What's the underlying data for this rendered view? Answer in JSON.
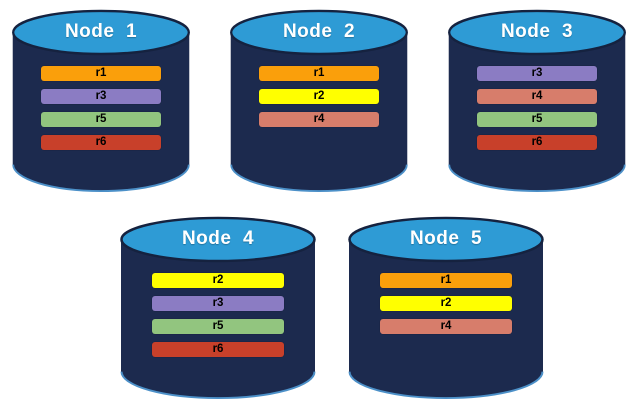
{
  "diagram": {
    "description_labels": [],
    "background": "#ffffff"
  },
  "colors": {
    "cylinder_body": "#1C2A4E",
    "cylinder_bottom_edge": "#4C90C8",
    "cylinder_top": "#2E9BD5",
    "cylinder_top_stroke": "#15223F",
    "title_text": "#ffffff",
    "bar_text": "#000000",
    "replica_colors": {
      "r1": "#FA9F0B",
      "r2": "#FFFF00",
      "r3": "#8B7CC3",
      "r4": "#D77D6B",
      "r5": "#92C57F",
      "r6": "#C8402A"
    }
  },
  "nodes": [
    {
      "title": "Node  1",
      "row": 1,
      "replicas": [
        "r1",
        "r3",
        "r5",
        "r6"
      ]
    },
    {
      "title": "Node  2",
      "row": 1,
      "replicas": [
        "r1",
        "r2",
        "r4"
      ]
    },
    {
      "title": "Node  3",
      "row": 1,
      "replicas": [
        "r3",
        "r4",
        "r5",
        "r6"
      ]
    },
    {
      "title": "Node  4",
      "row": 2,
      "replicas": [
        "r2",
        "r3",
        "r5",
        "r6"
      ]
    },
    {
      "title": "Node  5",
      "row": 2,
      "replicas": [
        "r1",
        "r2",
        "r4"
      ]
    }
  ]
}
